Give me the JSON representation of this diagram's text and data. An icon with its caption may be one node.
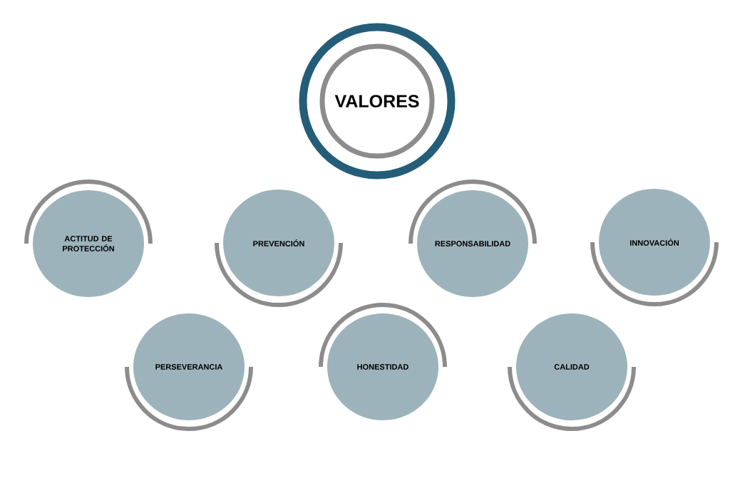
{
  "diagram": {
    "nodes": [
      {
        "text": [
          "VALORES"
        ]
      },
      {
        "text": [
          "ACTITUD DE PROTECCIÓN"
        ]
      },
      {
        "text": [
          "PREVENCIÓN"
        ]
      },
      {
        "text": [
          "RESPONSABILIDAD"
        ]
      },
      {
        "text": [
          "INNOVACIÓN"
        ]
      },
      {
        "text": [
          "PERSEVERANCIA"
        ]
      },
      {
        "text": [
          "HONESTIDAD"
        ]
      },
      {
        "text": [
          "CALIDAD"
        ]
      }
    ]
  }
}
